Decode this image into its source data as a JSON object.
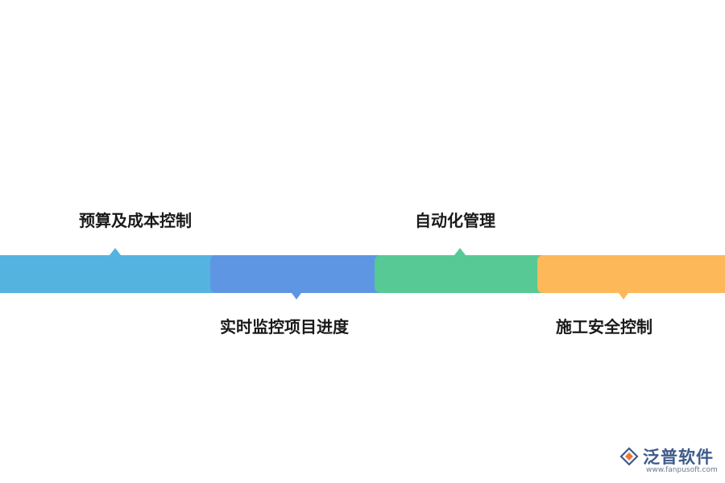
{
  "steps": [
    {
      "label": "预算及成本控制",
      "color": "#55b3e0",
      "notch": "up"
    },
    {
      "label": "实时监控项目进度",
      "color": "#5f96e4",
      "notch": "down"
    },
    {
      "label": "自动化管理",
      "color": "#56c994",
      "notch": "up"
    },
    {
      "label": "施工安全控制",
      "color": "#fdb85a",
      "notch": "down"
    }
  ],
  "watermark": {
    "brand": "泛普软件",
    "url": "www.fanpusoft.com"
  }
}
